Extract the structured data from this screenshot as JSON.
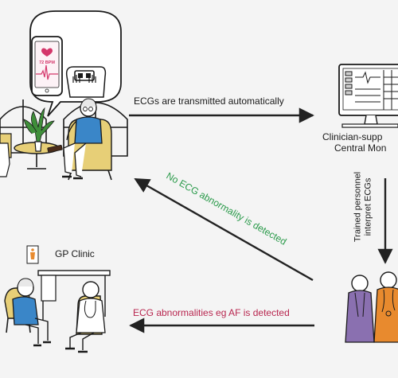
{
  "phone": {
    "bpm_text": "72 BPM"
  },
  "labels": {
    "transmit": "ECGs are transmitted automatically",
    "clinician_line1": "Clinician-supp",
    "clinician_line2": "Central Mon",
    "trained_line1": "Trained personnel",
    "trained_line2": "interpret ECGs",
    "no_abnormality": "No ECG abnormality is detected",
    "gp_clinic": "GP Clinic",
    "abnormality": "ECG abnormalities eg AF is detected"
  },
  "colors": {
    "background": "#f4f4f4",
    "line": "#1a1a1a",
    "arrow": "#222222",
    "green_text": "#2a9a4a",
    "red_text": "#b8264f",
    "phone_accent": "#d4366a",
    "blue_shirt": "#3a86c8",
    "orange_shirt": "#e8912a",
    "chair": "#e7cf77",
    "plant": "#3f8f3a",
    "purple_robe": "#8a70b0",
    "orange_robe": "#e88a2e",
    "table_wood": "#b98a55"
  }
}
